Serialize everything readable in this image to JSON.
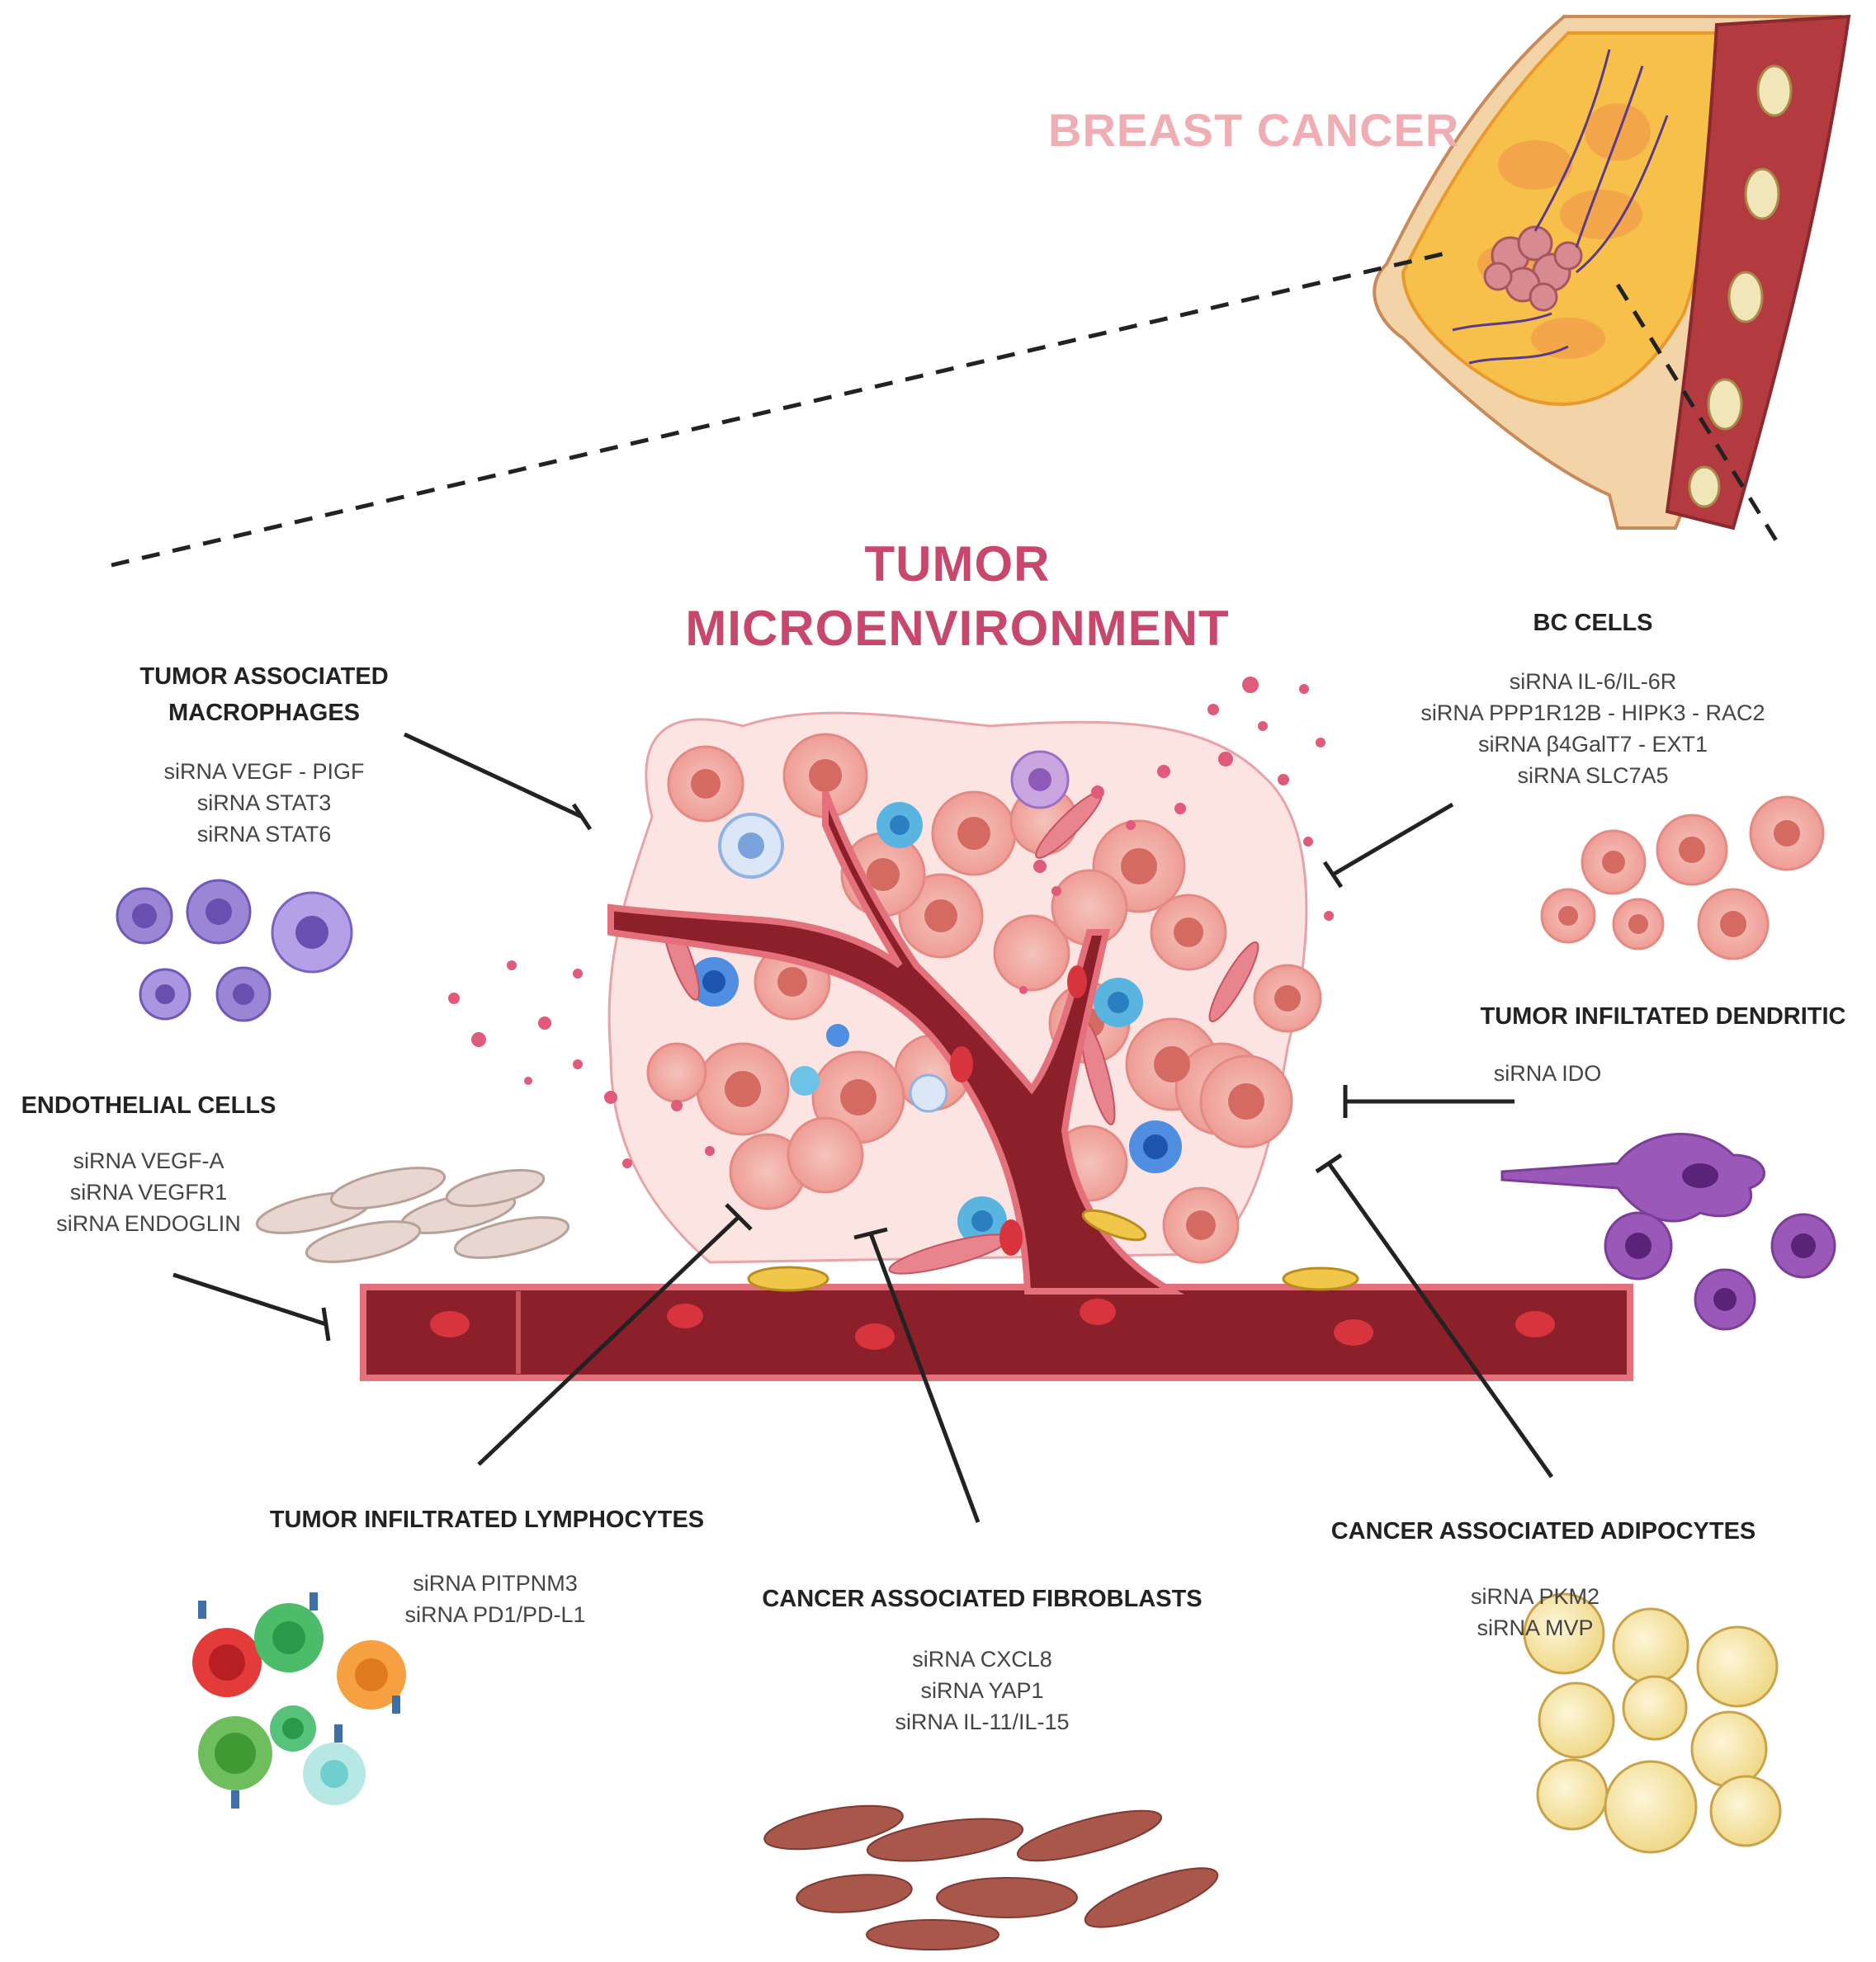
{
  "breast_title": "BREAST CANCER",
  "tme_title": [
    "TUMOR",
    "MICROENVIRONMENT"
  ],
  "groups": {
    "tam": {
      "title": [
        "TUMOR ASSOCIATED",
        "MACROPHAGES"
      ],
      "sirna": [
        "siRNA VEGF - PIGF",
        "siRNA STAT3",
        "siRNA STAT6"
      ]
    },
    "endothelial": {
      "title": [
        "ENDOTHELIAL CELLS"
      ],
      "sirna": [
        "siRNA VEGF-A",
        "siRNA VEGFR1",
        "siRNA ENDOGLIN"
      ]
    },
    "bc_cells": {
      "title": [
        "BC CELLS"
      ],
      "sirna": [
        "siRNA IL-6/IL-6R",
        "siRNA PPP1R12B - HIPK3 - RAC2",
        "siRNA β4GalT7 - EXT1",
        "siRNA SLC7A5"
      ]
    },
    "dendritic": {
      "title": [
        "TUMOR INFILTATED DENDRITIC"
      ],
      "sirna": [
        "siRNA IDO"
      ]
    },
    "lymphocytes": {
      "title": [
        "TUMOR INFILTRATED LYMPHOCYTES"
      ],
      "sirna": [
        "siRNA PITPNM3",
        "siRNA PD1/PD-L1"
      ]
    },
    "fibroblasts": {
      "title": [
        "CANCER ASSOCIATED FIBROBLASTS"
      ],
      "sirna": [
        "siRNA CXCL8",
        "siRNA YAP1",
        "siRNA IL-11/IL-15"
      ]
    },
    "adipocytes": {
      "title": [
        "CANCER ASSOCIATED ADIPOCYTES"
      ],
      "sirna": [
        "siRNA PKM2",
        "siRNA MVP"
      ]
    }
  },
  "colors": {
    "tme_title": "#c7486c",
    "breast_title": "#f0aeb4",
    "vessel": "#8b1f2a",
    "tumor_cell": "#f2a7a0",
    "macrophage": "#9b86d6",
    "dendritic": "#9a58b8",
    "fibroblast": "#a9574b",
    "adipocyte": "#f7e6a4",
    "inhibitor_line": "#222222"
  }
}
